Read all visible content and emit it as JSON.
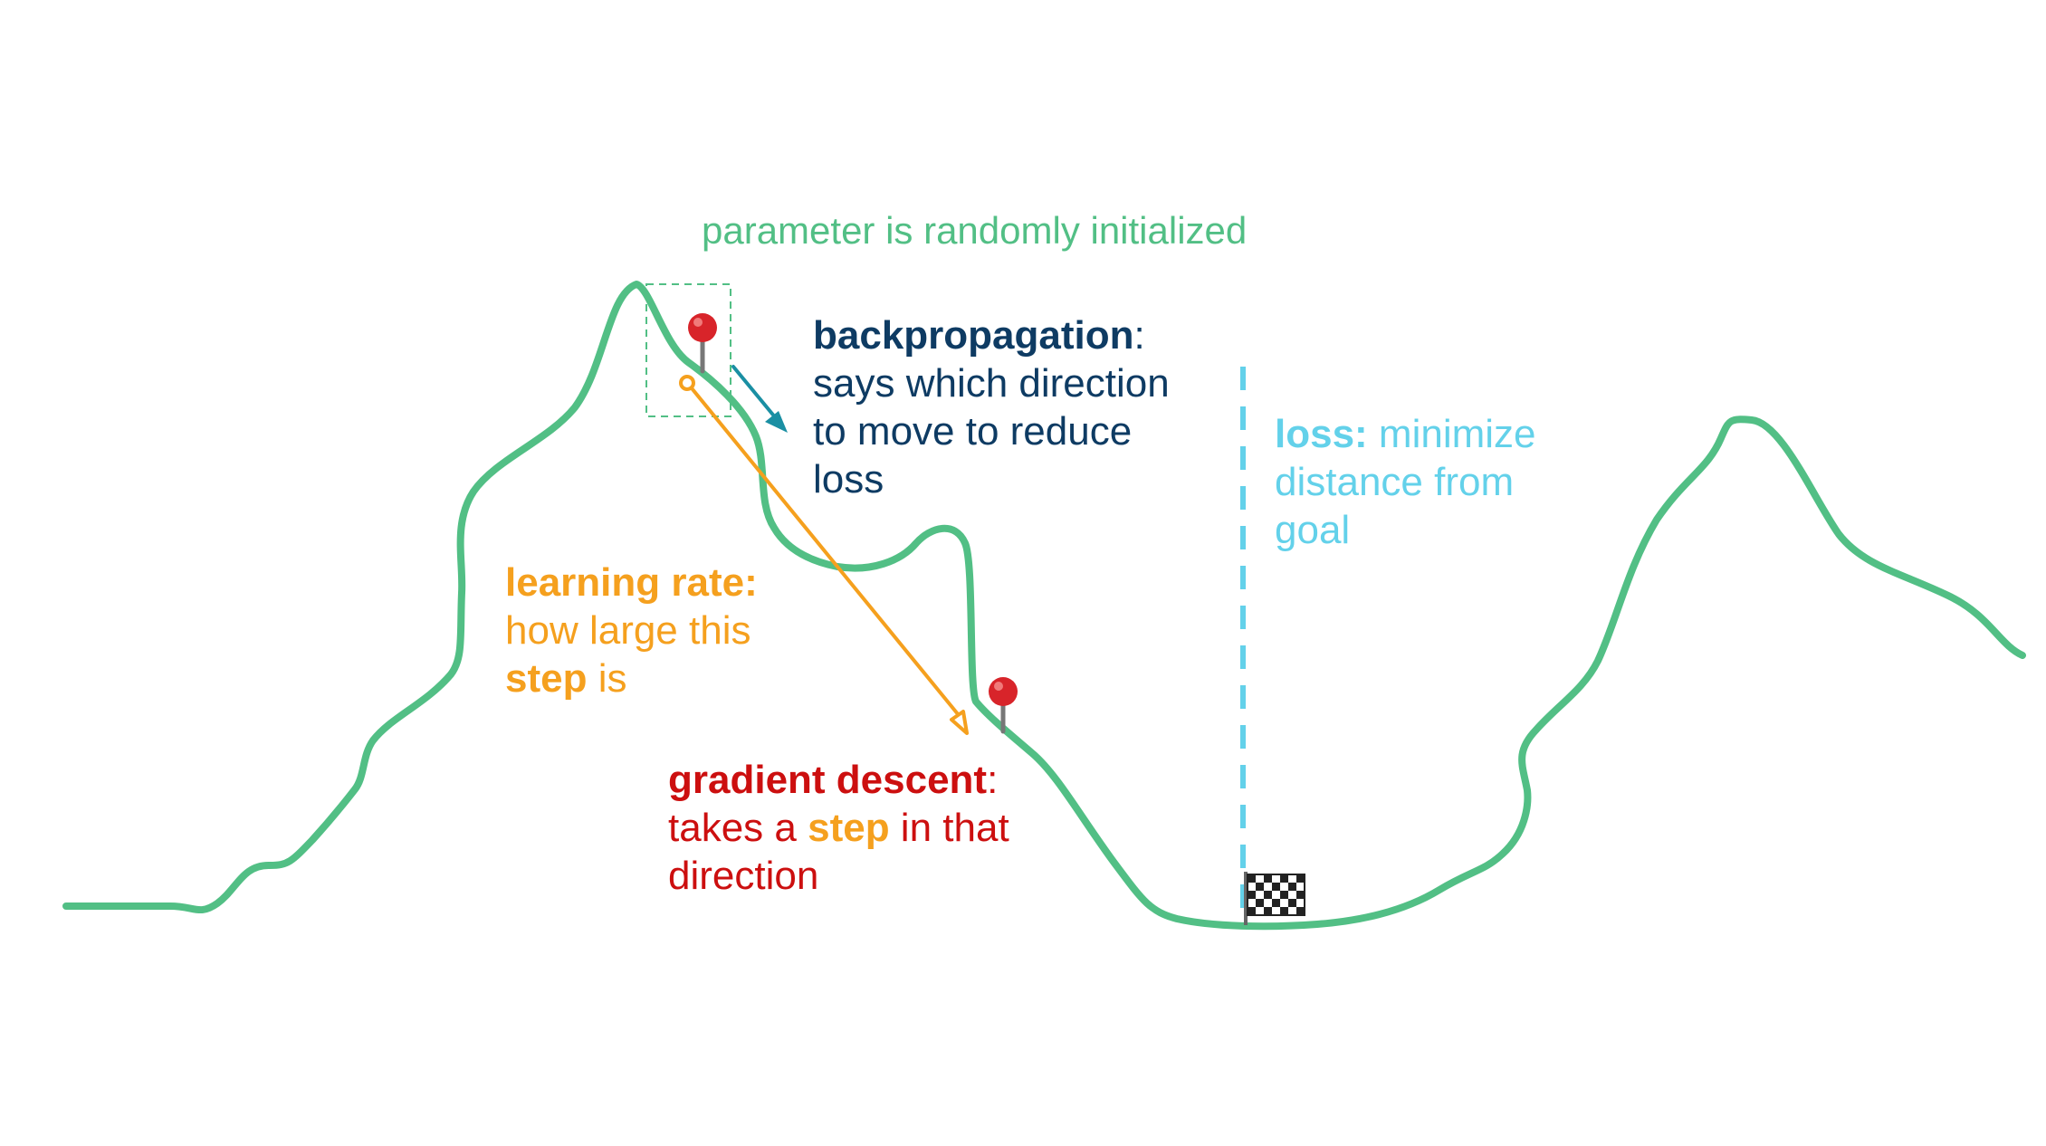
{
  "caption_init": "parameter is randomly initialized",
  "backprop": {
    "title": "backpropagation",
    "colon": ":",
    "lines": [
      "says which direction",
      "to move to reduce",
      "loss"
    ]
  },
  "loss": {
    "title": "loss:",
    "first_line": " minimize",
    "lines": [
      "distance from",
      "goal"
    ]
  },
  "learning_rate": {
    "title": "learning rate:",
    "line2": "how large this",
    "line3_bold": "step",
    "line3_rest": " is"
  },
  "gradient_descent": {
    "title": "gradient descent",
    "colon": ":",
    "line2_pre": "takes a ",
    "line2_bold": "step",
    "line2_post": " in that",
    "line3": "direction"
  },
  "icons": [
    "red-pin-icon",
    "red-pin-icon",
    "checkered-flag-icon"
  ],
  "colors": {
    "landscape": "#52bf85",
    "backprop": "#0e3b63",
    "backprop_arrow": "#1a8fa3",
    "loss": "#63d1ea",
    "learning_rate": "#f5a01e",
    "gradient_descent": "#cc0f0f",
    "pin": "#d8242a"
  }
}
